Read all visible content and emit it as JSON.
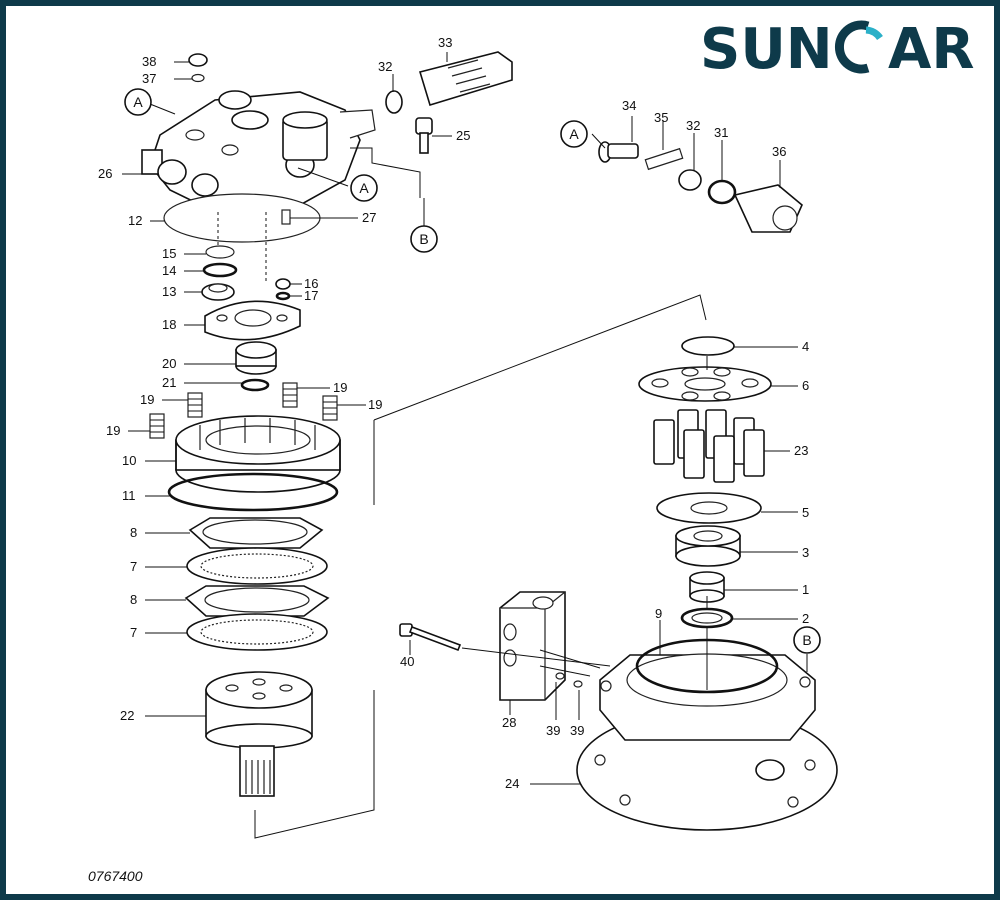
{
  "brand": {
    "name_left": "SUN",
    "name_right": "AR",
    "primary_color": "#0e3a4a",
    "accent_color": "#2bb0c8"
  },
  "drawing_number": "0767400",
  "labels": {
    "p1": "1",
    "p2": "2",
    "p3": "3",
    "p4": "4",
    "p5": "5",
    "p6": "6",
    "p7": "7",
    "p8": "8",
    "p9": "9",
    "p10": "10",
    "p11": "11",
    "p12": "12",
    "p13": "13",
    "p14": "14",
    "p15": "15",
    "p16": "16",
    "p17": "17",
    "p18": "18",
    "p19": "19",
    "p20": "20",
    "p21": "21",
    "p22": "22",
    "p23": "23",
    "p24": "24",
    "p25": "25",
    "p26": "26",
    "p27": "27",
    "p28": "28",
    "p31": "31",
    "p32": "32",
    "p33": "33",
    "p34": "34",
    "p35": "35",
    "p36": "36",
    "p37": "37",
    "p38": "38",
    "p39": "39",
    "p40": "40",
    "ref_a": "A",
    "ref_b": "B"
  }
}
